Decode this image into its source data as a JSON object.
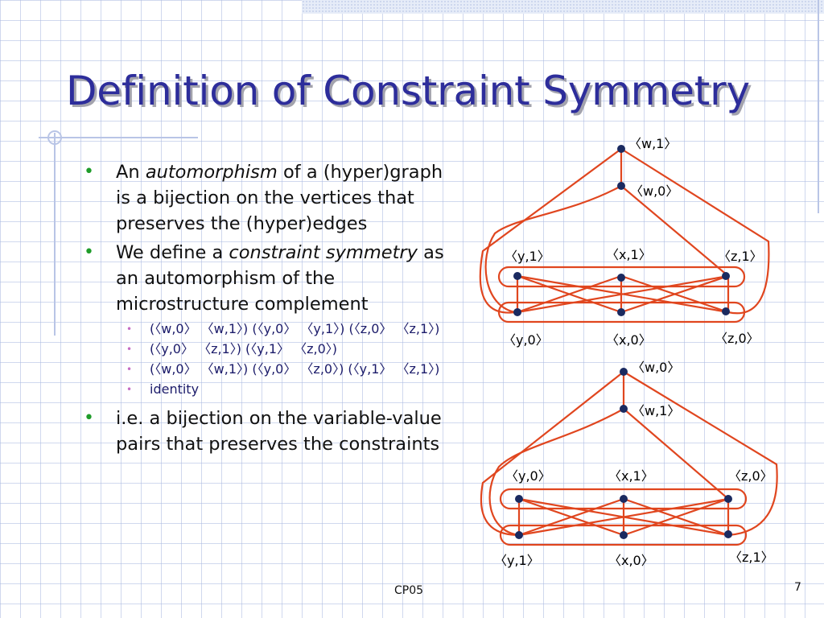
{
  "slide": {
    "title": "Definition of Constraint Symmetry",
    "footer": "CP05",
    "page_number": "7"
  },
  "bullets": [
    {
      "pre": "An ",
      "em": "automorphism",
      "post": " of a (hyper)graph is a bijection on the vertices that preserves the (hyper)edges"
    },
    {
      "pre": "We define a ",
      "em": "constraint symmetry",
      "post": " as an automorphism of the microstructure complement"
    },
    {
      "pre": "i.e. a bijection on the variable-value pairs that preserves the constraints",
      "em": "",
      "post": ""
    }
  ],
  "sub_bullets": [
    "(〈w,0〉 〈w,1〉) (〈y,0〉 〈y,1〉) (〈z,0〉 〈z,1〉)",
    "(〈y,0〉 〈z,1〉) (〈y,1〉 〈z,0〉)",
    "(〈w,0〉 〈w,1〉) (〈y,0〉 〈z,0〉) (〈y,1〉 〈z,1〉)",
    "identity"
  ],
  "colors": {
    "title": "#2d2d9b",
    "bullet": "#1f9c2a",
    "sub_bullet": "#c56cc4",
    "edge": "#e0461f",
    "node": "#1a2a60"
  },
  "diagram_top": {
    "labels": {
      "w_top": "〈w,1〉",
      "w_mid": "〈w,0〉",
      "upper_left": "〈y,1〉",
      "upper_mid": "〈x,1〉",
      "upper_right": "〈z,1〉",
      "lower_left": "〈y,0〉",
      "lower_mid": "〈x,0〉",
      "lower_right": "〈z,0〉"
    }
  },
  "diagram_bottom": {
    "labels": {
      "w_top": "〈w,0〉",
      "w_mid": "〈w,1〉",
      "upper_left": "〈y,0〉",
      "upper_mid": "〈x,1〉",
      "upper_right": "〈z,0〉",
      "lower_left": "〈y,1〉",
      "lower_mid": "〈x,0〉",
      "lower_right": "〈z,1〉"
    }
  }
}
